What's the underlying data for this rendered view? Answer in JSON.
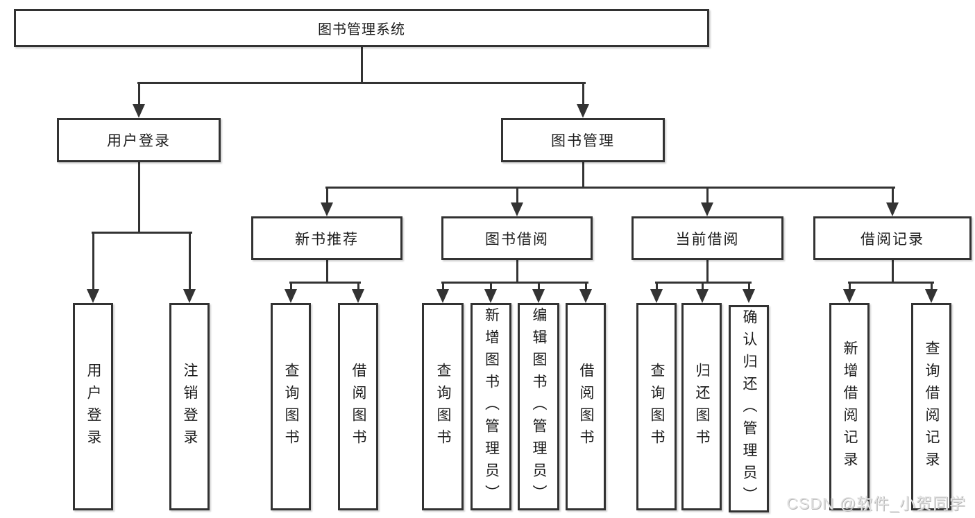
{
  "diagram": {
    "root": {
      "label": "图书管理系统"
    },
    "level2": [
      {
        "label": "用户登录"
      },
      {
        "label": "图书管理"
      }
    ],
    "level3": [
      {
        "label": "新书推荐"
      },
      {
        "label": "图书借阅"
      },
      {
        "label": "当前借阅"
      },
      {
        "label": "借阅记录"
      }
    ],
    "leaves": {
      "user_login": [
        "用户登录",
        "注销登录"
      ],
      "new_book": [
        "查询图书",
        "借阅图书"
      ],
      "book_borrow": [
        "查询图书",
        "新增图书（管理员）",
        "编辑图书（管理员）",
        "借阅图书"
      ],
      "current_borrow": [
        "查询图书",
        "归还图书",
        "确认归还（管理员）"
      ],
      "borrow_record": [
        "新增借阅记录",
        "查询借阅记录"
      ]
    },
    "watermark": "CSDN @软件_小贺同学",
    "colors": {
      "line": "#333333",
      "text": "#1c1c1c",
      "background": "#ffffff",
      "watermark": "#e2e2e2"
    }
  }
}
